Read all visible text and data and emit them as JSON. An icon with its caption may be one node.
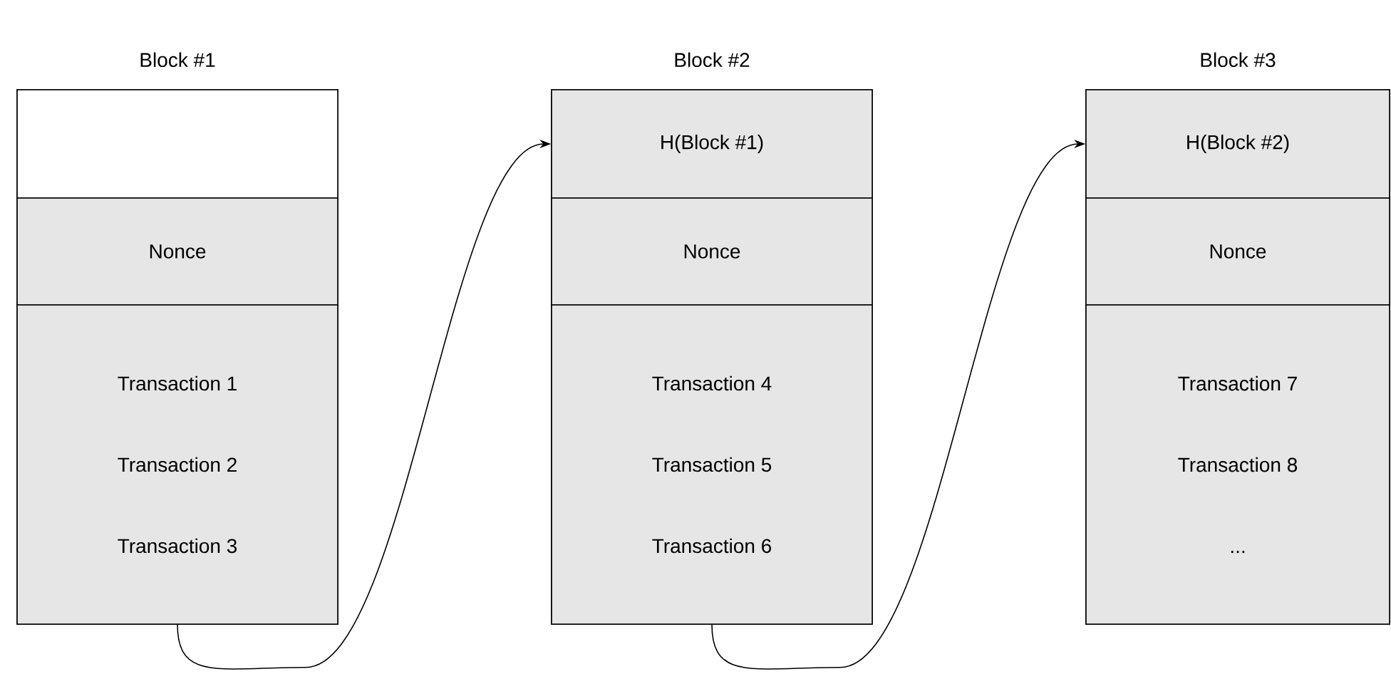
{
  "diagram": {
    "nodes": [
      {
        "text": [
          "Block #1"
        ]
      },
      {
        "text": [],
        "shape": "box",
        "in": 0
      },
      {
        "text": [
          "Nonce"
        ],
        "in": 0
      },
      {
        "text": [
          "Transaction 1",
          "Transaction 2",
          "Transaction 3"
        ],
        "in": 0
      },
      {
        "text": [
          "Block #2"
        ]
      },
      {
        "text": [
          "H(Block #1)"
        ],
        "in": 4
      },
      {
        "text": [
          "Nonce"
        ],
        "in": 4
      },
      {
        "text": [
          "Transaction 4",
          "Transaction 5",
          "Transaction 6"
        ],
        "in": 4
      },
      {
        "text": [
          "Block #3"
        ]
      },
      {
        "text": [
          "H(Block #2)"
        ],
        "in": 8
      },
      {
        "text": [
          "Nonce"
        ],
        "in": 8
      },
      {
        "text": [
          "Transaction 7",
          "Transaction 8",
          "..."
        ],
        "in": 8
      }
    ],
    "edges": [
      {
        "from": 3,
        "to": 5,
        "arrow": "to"
      },
      {
        "from": 7,
        "to": 9,
        "arrow": "to"
      }
    ]
  }
}
